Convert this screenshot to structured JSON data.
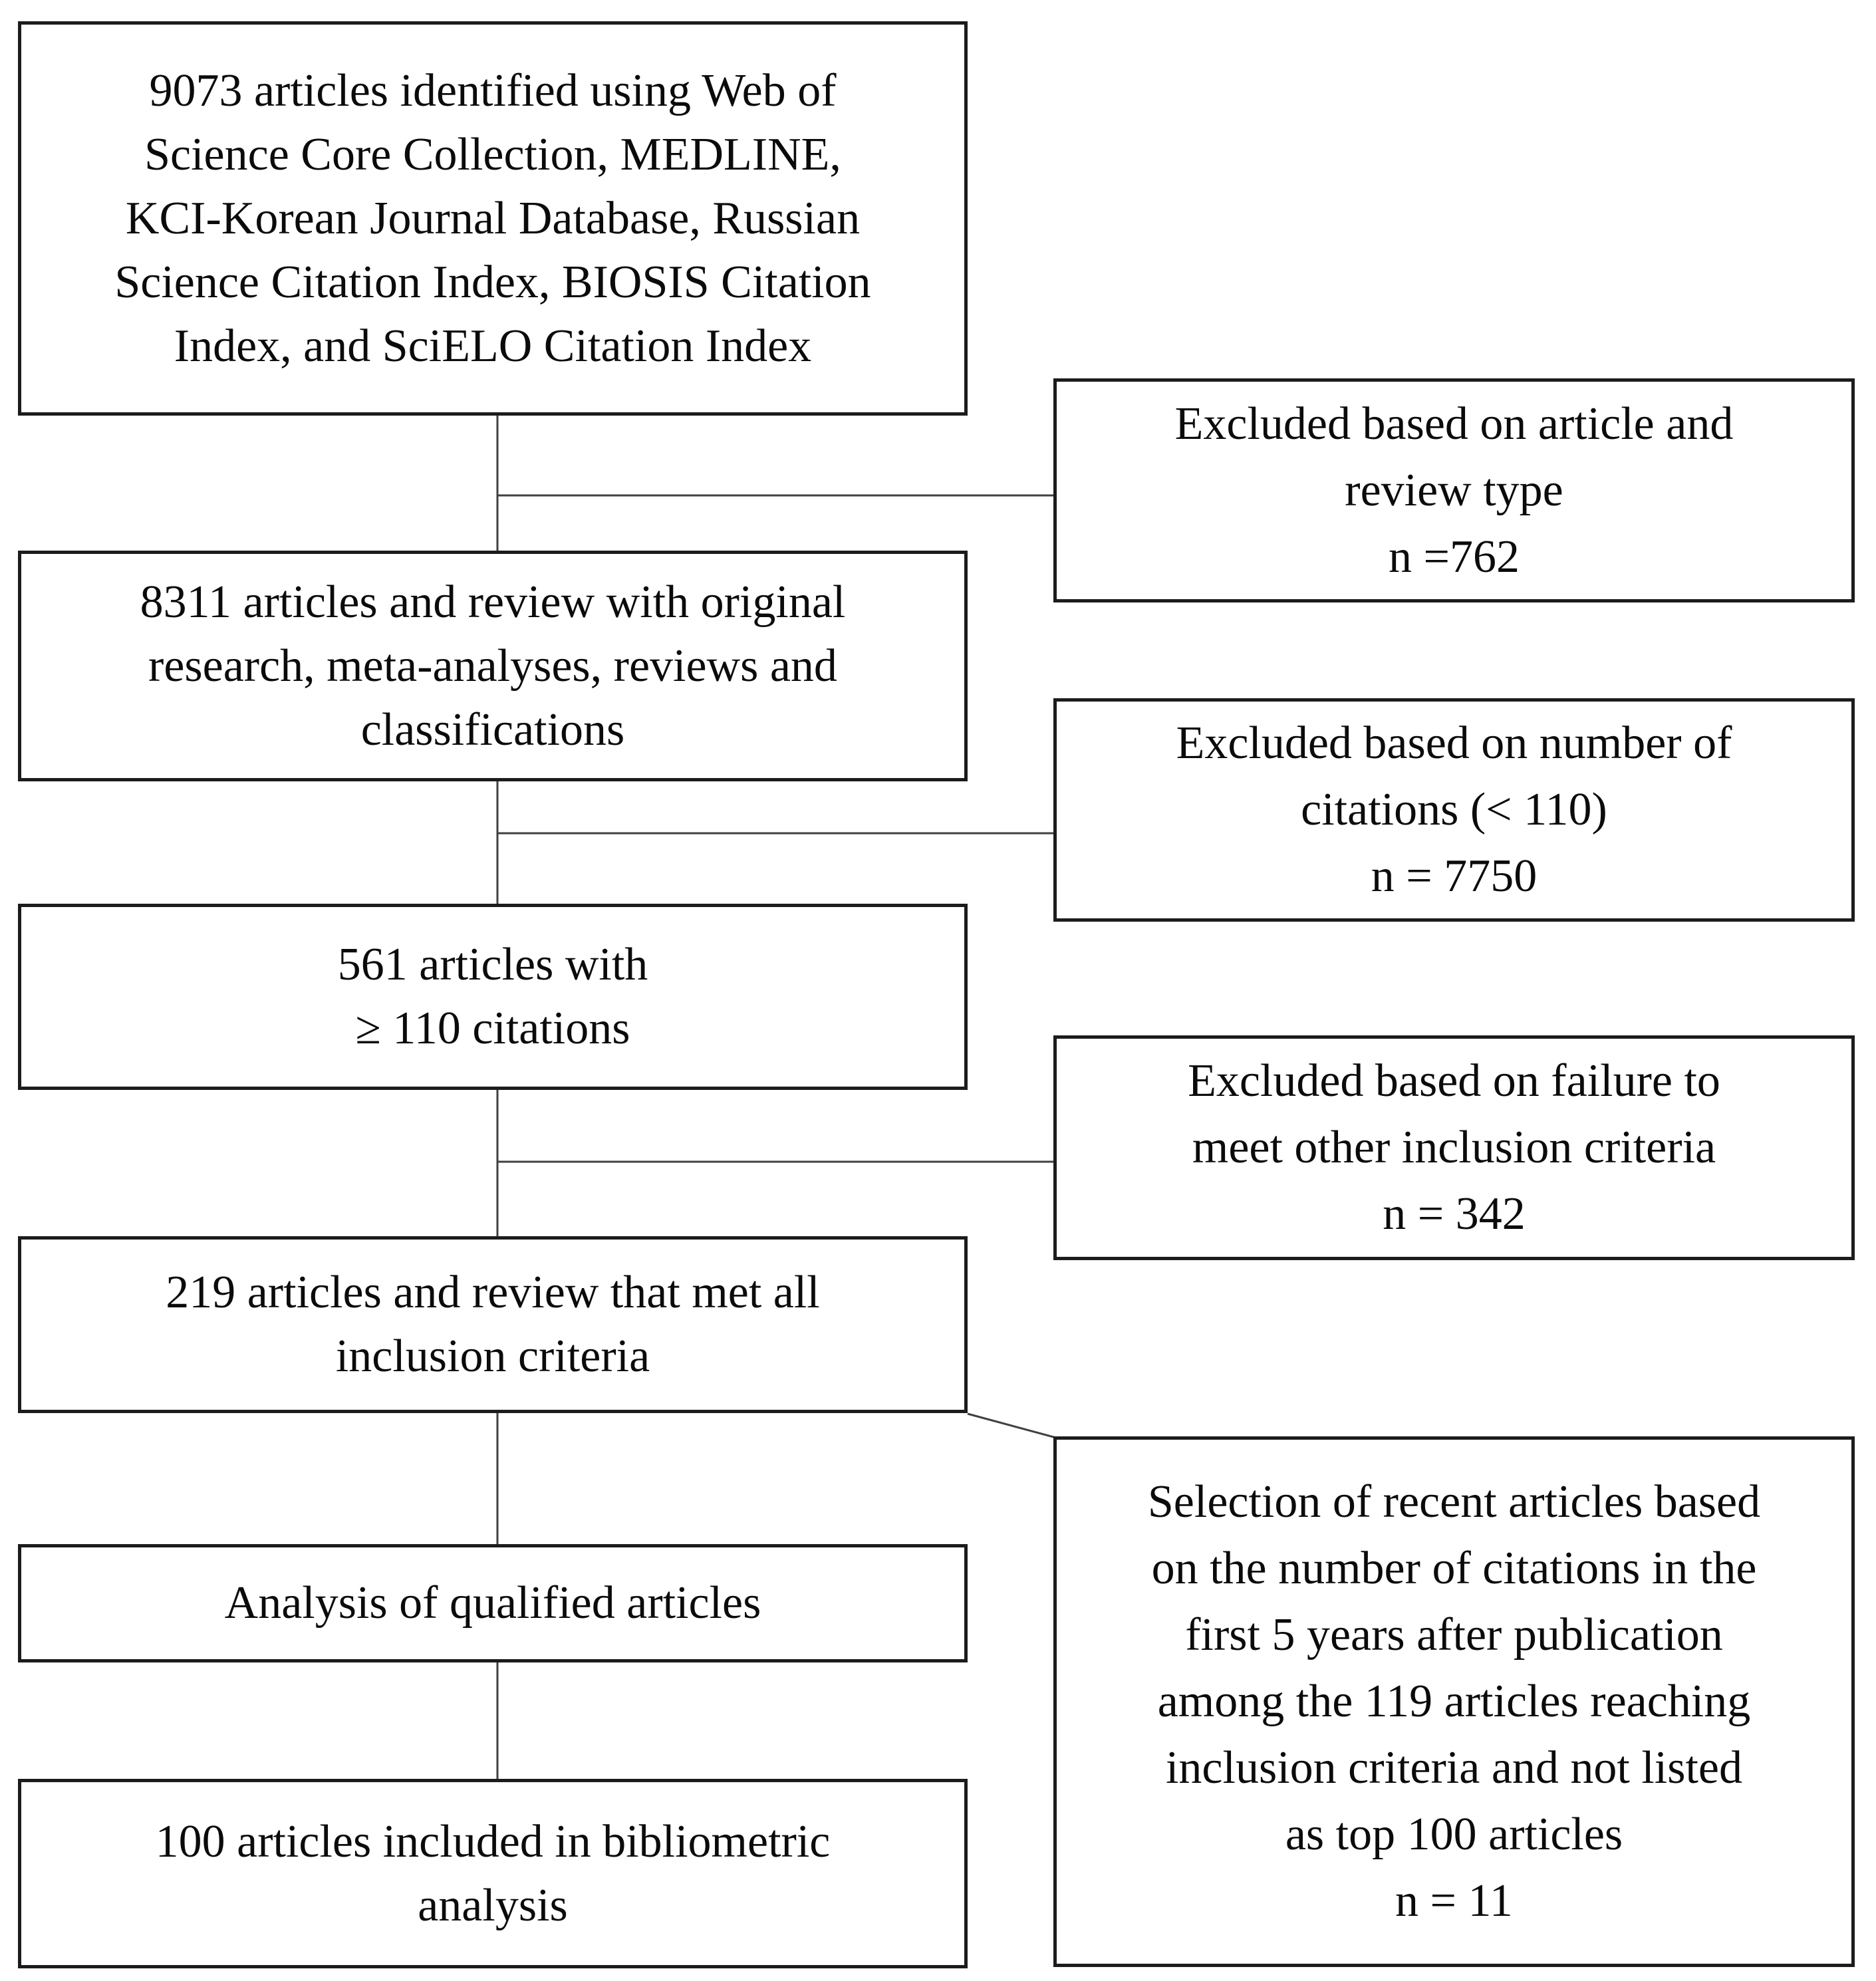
{
  "figure": {
    "kind": "flow-diagram",
    "background_color": "#ffffff",
    "box_border_color": "#1c1c1c",
    "connector_color": "#404040",
    "text_color": "#0b0b0b"
  },
  "left": [
    {
      "id": "identified",
      "lines": [
        "9073 articles identified using Web of",
        "Science Core Collection, MEDLINE,",
        "KCI-Korean Journal Database, Russian",
        "Science Citation Index, BIOSIS Citation",
        "Index, and SciELO Citation Index"
      ]
    },
    {
      "id": "articles-reviews",
      "lines": [
        "8311 articles and review with original",
        "research, meta-analyses, reviews and",
        "classifications"
      ]
    },
    {
      "id": "min-citations",
      "lines": [
        "561 articles with",
        "≥ 110 citations"
      ]
    },
    {
      "id": "met-criteria",
      "lines": [
        "219 articles and review that met all",
        "inclusion criteria"
      ]
    },
    {
      "id": "analysis",
      "lines": [
        "Analysis of qualified articles"
      ]
    },
    {
      "id": "final-included",
      "lines": [
        "100 articles included in bibliometric",
        "analysis"
      ]
    }
  ],
  "right": [
    {
      "id": "excluded-article-type",
      "lines": [
        "Excluded based on article and",
        "review type",
        "n =762"
      ]
    },
    {
      "id": "excluded-citation-count",
      "lines": [
        "Excluded based on number of",
        "citations (< 110)",
        "n = 7750"
      ]
    },
    {
      "id": "excluded-other-criteria",
      "lines": [
        "Excluded based on failure to",
        "meet other inclusion criteria",
        "n = 342"
      ]
    },
    {
      "id": "recent-selection",
      "lines": [
        "Selection of recent articles based",
        "on the number of citations in the",
        "first 5 years after publication",
        "among the 119 articles reaching",
        "inclusion criteria and not listed",
        "as top 100 articles",
        "n = 11"
      ]
    }
  ]
}
